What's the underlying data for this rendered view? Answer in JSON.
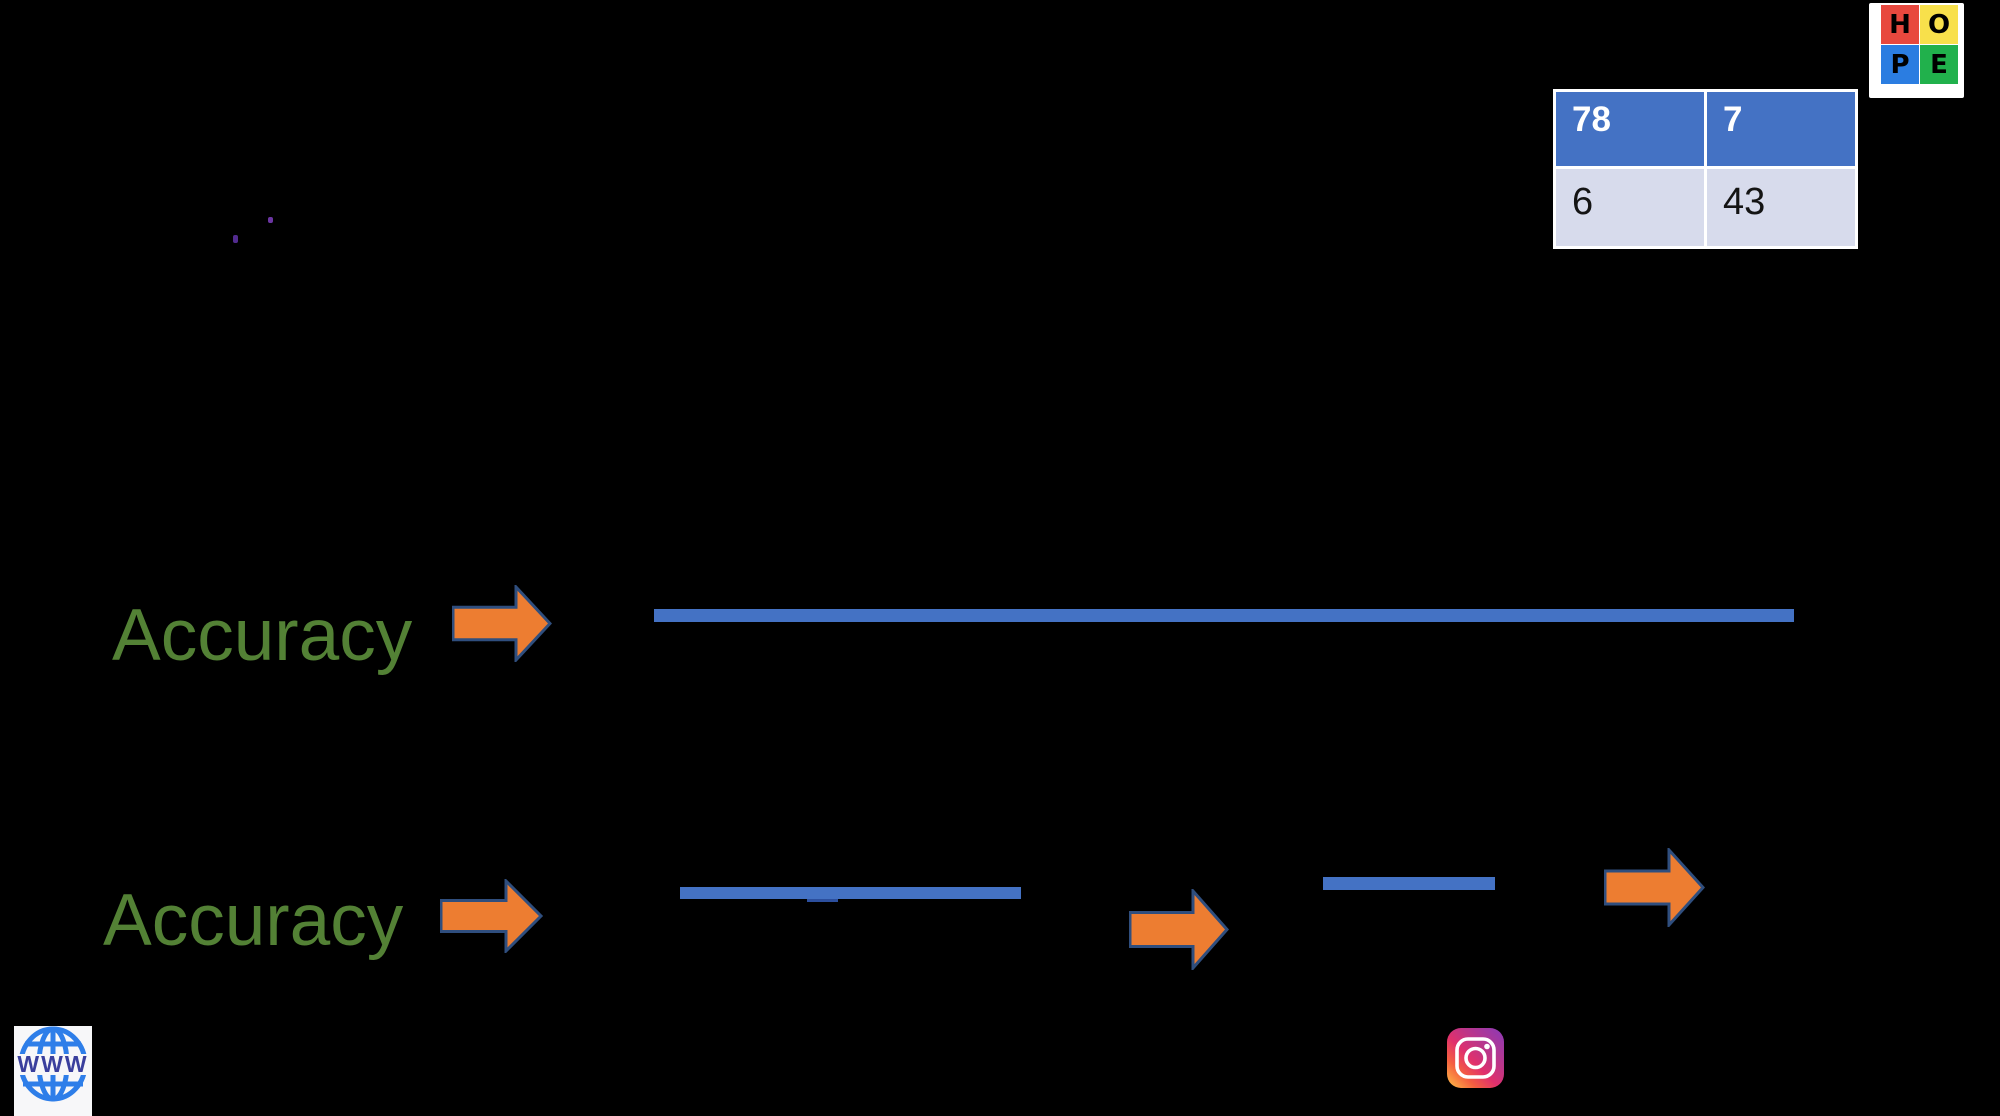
{
  "slide": {
    "background_color": "#000000",
    "artifact_marks": [
      {
        "color": "#6B35A2"
      },
      {
        "color": "#522B8F"
      }
    ]
  },
  "logo": {
    "name": "HOPE",
    "tiles": [
      {
        "letter": "H",
        "bg": "#E8483E"
      },
      {
        "letter": "O",
        "bg": "#F8E04B"
      },
      {
        "letter": "P",
        "bg": "#2B7DE1"
      },
      {
        "letter": "E",
        "bg": "#21B14C"
      }
    ]
  },
  "confusion_matrix": {
    "header_row": {
      "cells": [
        "78",
        "7"
      ],
      "bg": "#4472C4",
      "text_color": "#FFFFFF",
      "bold": true
    },
    "body_row": {
      "cells": [
        "6",
        "43"
      ],
      "bg": "#D7DBEC",
      "text_color": "#141414",
      "bold": false
    }
  },
  "labels": {
    "accuracy_top": "Accuracy",
    "accuracy_bottom": "Accuracy",
    "color": "#538135"
  },
  "shapes": {
    "arrow_fill": "#ED7D31",
    "arrow_stroke": "#2F4E7E",
    "bar_color": "#4472C4",
    "bar_fragment_color": "#2C4F9E"
  },
  "icons": {
    "www_label": "WWW",
    "www_icon": "www-globe-icon",
    "instagram_icon": "instagram-icon",
    "hope_logo": "hope-logo"
  }
}
